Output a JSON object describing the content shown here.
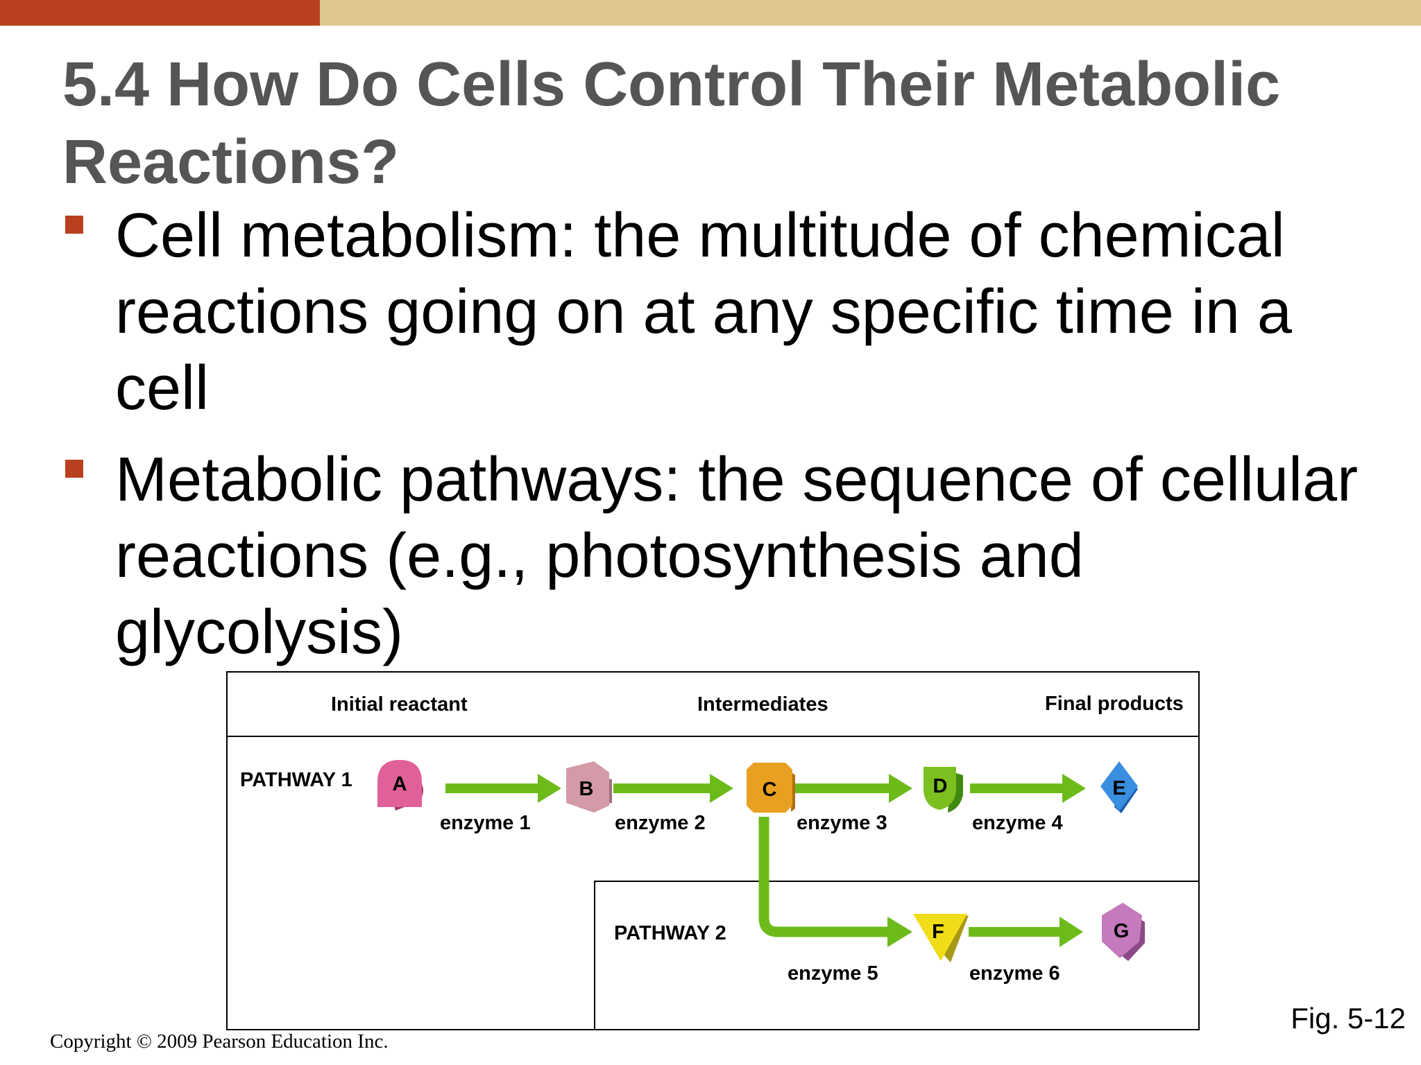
{
  "slide": {
    "title": "5.4 How Do Cells Control Their Metabolic Reactions?",
    "accent_color": "#B8401E",
    "bar_color": "#DEC890",
    "title_color": "#555555"
  },
  "bullets": [
    {
      "text": "Cell metabolism: the multitude of chemical reactions going on at any specific time in a cell"
    },
    {
      "text": "Metabolic pathways: the sequence of cellular reactions (e.g., photosynthesis and glycolysis)"
    }
  ],
  "figure": {
    "headers": {
      "initial": "Initial reactant",
      "intermediates": "Intermediates",
      "final": "Final products"
    },
    "pathway1": {
      "label": "PATHWAY 1"
    },
    "pathway2": {
      "label": "PATHWAY 2"
    },
    "molecules": [
      {
        "letter": "A",
        "shape": "pentagon-round",
        "color": "#E0609A"
      },
      {
        "letter": "B",
        "shape": "hexagon",
        "color": "#D49AA8"
      },
      {
        "letter": "C",
        "shape": "octagon",
        "color": "#E8A020"
      },
      {
        "letter": "D",
        "shape": "shield",
        "color": "#7CC020"
      },
      {
        "letter": "E",
        "shape": "diamond",
        "color": "#3A8EE0"
      },
      {
        "letter": "F",
        "shape": "triangle",
        "color": "#F0DC18"
      },
      {
        "letter": "G",
        "shape": "pentagon",
        "color": "#C47ABC"
      }
    ],
    "enzymes": [
      "enzyme 1",
      "enzyme 2",
      "enzyme 3",
      "enzyme 4",
      "enzyme 5",
      "enzyme 6"
    ],
    "arrow_color": "#6CBB1A",
    "fig_ref": "Fig. 5-12"
  },
  "footer": {
    "copyright": "Copyright © 2009 Pearson Education Inc."
  }
}
